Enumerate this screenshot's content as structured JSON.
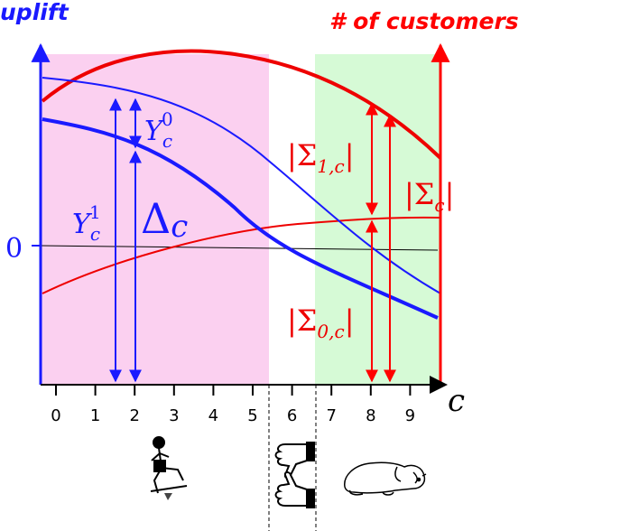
{
  "labels": {
    "uplift_axis": "uplift",
    "customers_axis": "# of customers",
    "zero": "0",
    "c_axis": "c",
    "y1_base": "Y",
    "y1_sub": "c",
    "y1_sup": "1",
    "y0_base": "Y",
    "y0_sub": "c",
    "y0_sup": "0",
    "delta_base": "Δ",
    "delta_sub": "c",
    "sigma1_base": "|Σ",
    "sigma1_sub": "1,c",
    "sigma1_close": "|",
    "sigmac_base": "|Σ",
    "sigmac_sub": "c",
    "sigmac_close": "|",
    "sigma0_base": "|Σ",
    "sigma0_sub": "0,c",
    "sigma0_close": "|"
  },
  "x_ticks": [
    "0",
    "1",
    "2",
    "3",
    "4",
    "5",
    "6",
    "7",
    "8",
    "9"
  ],
  "colors": {
    "uplift_axis": "#1a1aff",
    "customers_axis": "#ff0000",
    "pink_region": "#fbd0f0",
    "green_region": "#d6fad6",
    "black": "#000000"
  },
  "icons": {
    "left_zone": "figure-on-seesaw-icon",
    "middle_zone_top": "thumbs-down-icon",
    "middle_zone_bottom": "thumbs-up-icon",
    "right_zone": "sleeping-dog-icon"
  }
}
